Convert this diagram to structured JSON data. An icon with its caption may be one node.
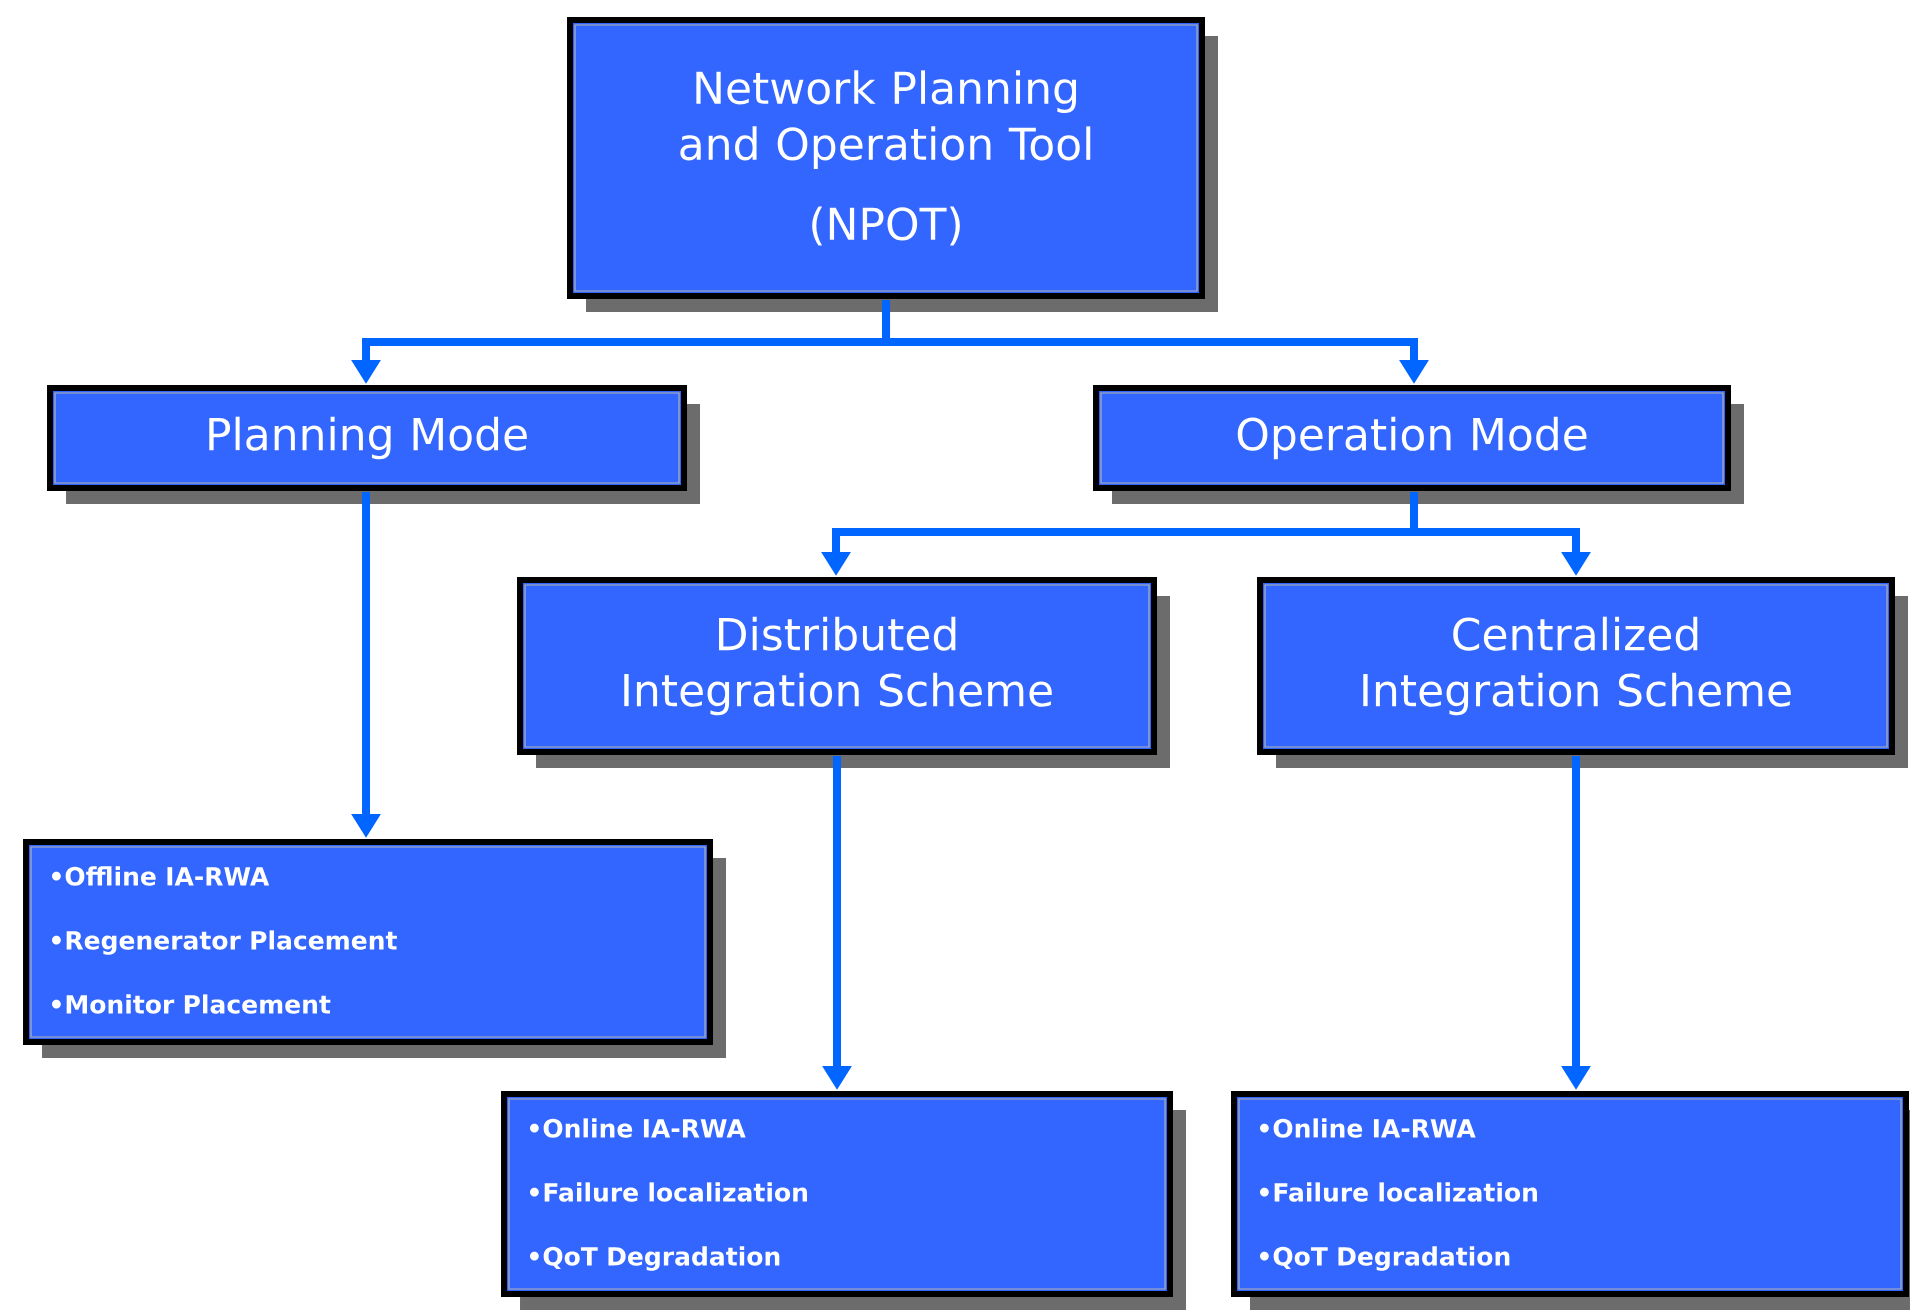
{
  "diagram": {
    "nodes": [
      {
        "text": [
          "Network Planning and Operation Tool",
          "(NPOT)"
        ]
      },
      {
        "text": [
          "Planning Mode"
        ]
      },
      {
        "text": [
          "Operation Mode"
        ]
      },
      {
        "text": [
          "Distributed Integration Scheme"
        ]
      },
      {
        "text": [
          "Centralized Integration Scheme"
        ]
      },
      {
        "text": [
          "•Offline IA-RWA",
          "•Regenerator Placement",
          "•Monitor Placement"
        ]
      },
      {
        "text": [
          "•Online IA-RWA",
          "•Failure localization",
          "•QoT Degradation"
        ]
      },
      {
        "text": [
          "•Online IA-RWA",
          "•Failure localization",
          "•QoT Degradation"
        ]
      }
    ],
    "edges": [
      {
        "from": 0,
        "to": 1,
        "arrow": "to"
      },
      {
        "from": 0,
        "to": 2,
        "arrow": "to"
      },
      {
        "from": 1,
        "to": 5,
        "arrow": "to"
      },
      {
        "from": 2,
        "to": 3,
        "arrow": "to"
      },
      {
        "from": 2,
        "to": 4,
        "arrow": "to"
      },
      {
        "from": 3,
        "to": 6,
        "arrow": "to"
      },
      {
        "from": 4,
        "to": 7,
        "arrow": "to"
      }
    ]
  }
}
